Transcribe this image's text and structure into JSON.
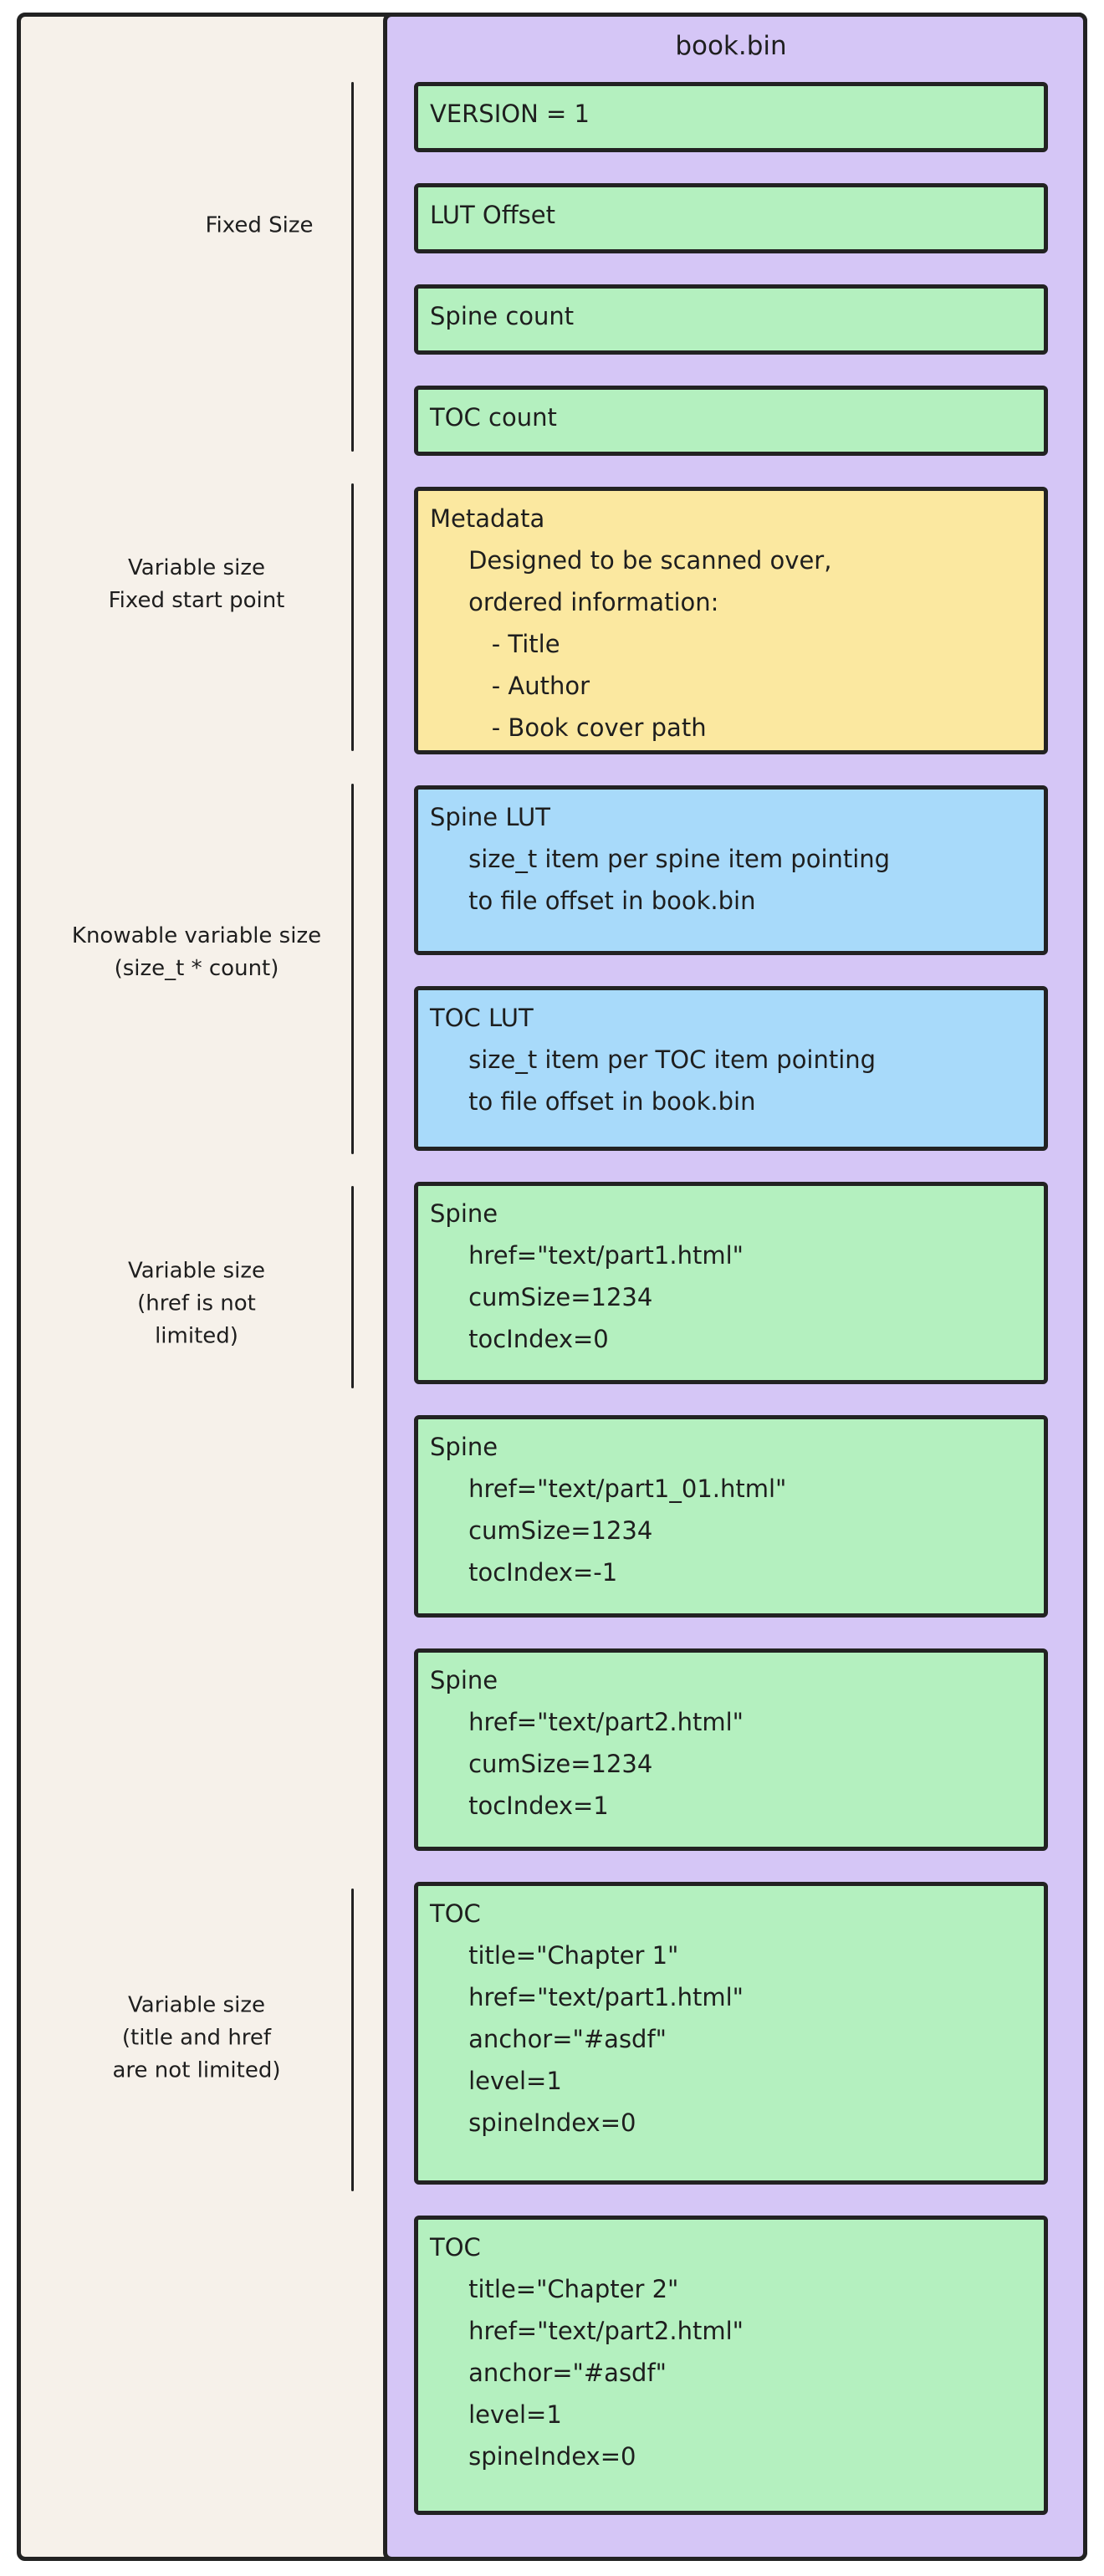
{
  "diagram": {
    "title": "book.bin",
    "colors": {
      "purple": "#d5c6f6",
      "green": "#b4f0bf",
      "yellow": "#fbe8a0",
      "blue": "#a8dafa",
      "beige": "#f6f1ea",
      "stroke": "#222222"
    },
    "left_labels": [
      {
        "text": "Fixed Size"
      },
      {
        "text": "Variable size\nFixed start point"
      },
      {
        "text": "Knowable variable size\n(size_t * count)"
      },
      {
        "text": "Variable size\n(href is not\nlimited)"
      },
      {
        "text": "Variable size\n(title and href\nare not limited)"
      }
    ],
    "blocks": [
      {
        "name": "version",
        "color": "green",
        "text": "VERSION = 1"
      },
      {
        "name": "lut-offset",
        "color": "green",
        "text": "LUT Offset"
      },
      {
        "name": "spine-count",
        "color": "green",
        "text": "Spine count"
      },
      {
        "name": "toc-count",
        "color": "green",
        "text": "TOC count"
      },
      {
        "name": "metadata",
        "color": "yellow",
        "text": "Metadata\n     Designed to be scanned over,\n     ordered information:\n        - Title\n        - Author\n        - Book cover path"
      },
      {
        "name": "spine-lut",
        "color": "blue",
        "text": "Spine LUT\n     size_t item per spine item pointing\n     to file offset in book.bin"
      },
      {
        "name": "toc-lut",
        "color": "blue",
        "text": "TOC LUT\n     size_t item per TOC item pointing\n     to file offset in book.bin"
      },
      {
        "name": "spine-1",
        "color": "green",
        "text": "Spine\n     href=\"text/part1.html\"\n     cumSize=1234\n     tocIndex=0"
      },
      {
        "name": "spine-2",
        "color": "green",
        "text": "Spine\n     href=\"text/part1_01.html\"\n     cumSize=1234\n     tocIndex=-1"
      },
      {
        "name": "spine-3",
        "color": "green",
        "text": "Spine\n     href=\"text/part2.html\"\n     cumSize=1234\n     tocIndex=1"
      },
      {
        "name": "toc-1",
        "color": "green",
        "text": "TOC\n     title=\"Chapter 1\"\n     href=\"text/part1.html\"\n     anchor=\"#asdf\"\n     level=1\n     spineIndex=0"
      },
      {
        "name": "toc-2",
        "color": "green",
        "text": "TOC\n     title=\"Chapter 2\"\n     href=\"text/part2.html\"\n     anchor=\"#asdf\"\n     level=1\n     spineIndex=0"
      }
    ]
  }
}
